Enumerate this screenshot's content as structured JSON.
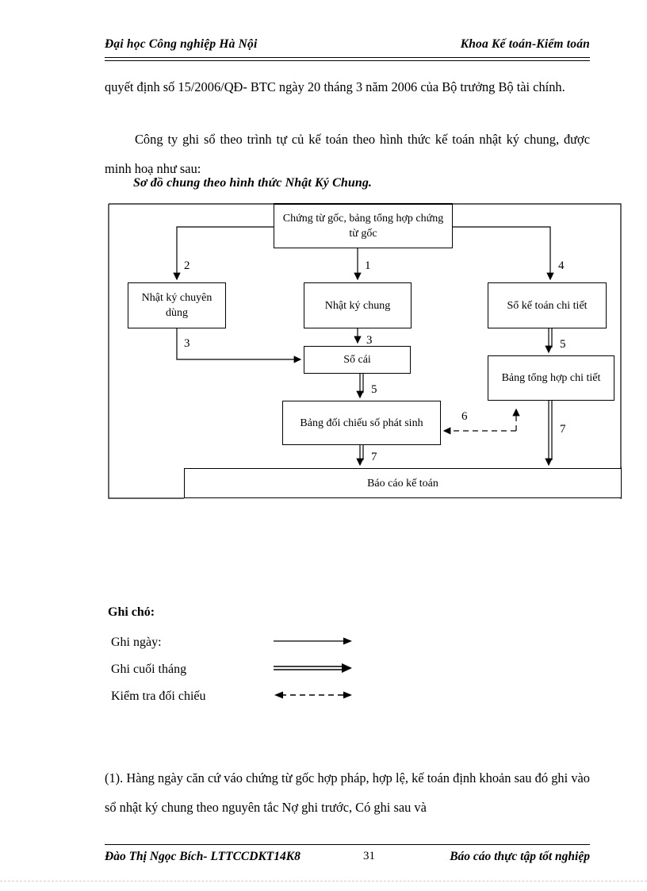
{
  "header": {
    "left": "Đại học Công nghiệp Hà Nội",
    "right": "Khoa Kế toán-Kiểm toán"
  },
  "body": {
    "paragraph_1": "quyết định số 15/2006/QĐ- BTC ngày 20 tháng 3 năm 2006 của Bộ trưởng Bộ tài chính.",
    "paragraph_2": "Công ty ghi sổ theo trình tự củ kế toán theo hình thức kế toán nhật ký chung, được minh hoạ như sau:",
    "subheading": "Sơ đồ chung theo hình thức Nhật Ký Chung.",
    "paragraph_3": "(1). Hàng ngày căn cứ váo chứng từ gốc hợp pháp, hợp lệ, kế toán định khoản sau đó ghi vào sổ nhật ký chung theo nguyên tắc Nợ ghi trước, Có ghi sau và"
  },
  "diagram": {
    "nodes": {
      "chung_tu_goc": "Chứng từ gốc, bảng tổng hợp chứng từ gốc",
      "nhat_ky_chuyen_dung": "Nhật ký chuyên dùng",
      "nhat_ky_chung": "Nhật ký chung",
      "so_ke_toan_chi_tiet": "Sổ kế toán chi tiết",
      "so_cai": "Sổ cái",
      "bang_tong_hop_chi_tiet": "Bảng tổng hợp chi tiết",
      "bang_doi_chieu": "Bảng đối chiếu số phát sinh",
      "bao_cao_ke_toan": "Báo cáo kế toán"
    },
    "edge_labels": {
      "to_nhat_ky_chuyen_dung": "2",
      "to_nhat_ky_chung": "1",
      "to_so_ke_toan_chi_tiet": "4",
      "nkcd_to_so_cai": "3",
      "nkc_to_so_cai": "3",
      "so_cai_to_bang_doi_chieu": "5",
      "so_ke_toan_to_bang_th": "5",
      "doi_chieu_dashed": "6",
      "bang_doi_chieu_to_bao_cao": "7",
      "bang_th_to_bao_cao": "7"
    }
  },
  "legend": {
    "title": "Ghi chó:",
    "items": [
      {
        "label": "Ghi ngày:",
        "style": "thin-arrow"
      },
      {
        "label": "Ghi cuối tháng",
        "style": "double-arrow"
      },
      {
        "label": "Kiểm tra đối chiếu",
        "style": "dashed-double-headed-arrow"
      }
    ]
  },
  "footer": {
    "left": "Đào Thị Ngọc Bích- LTTCCDKT14K8",
    "page_number": "31",
    "right": "Báo cáo thực tập tốt nghiệp"
  },
  "colors": {
    "ink": "#000000",
    "paper": "#ffffff"
  }
}
